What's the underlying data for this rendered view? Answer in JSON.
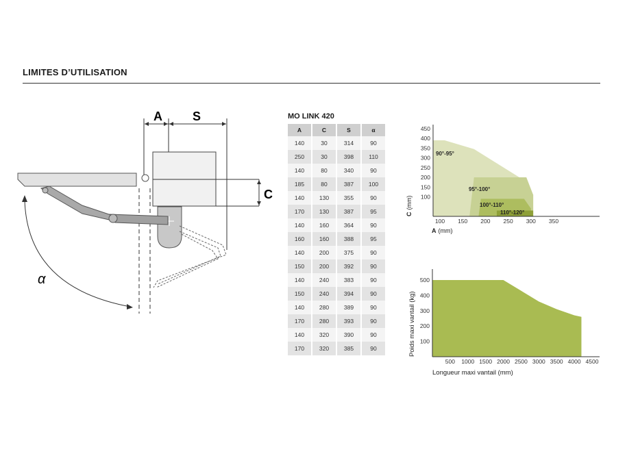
{
  "header": {
    "title": "LIMITES D’UTILISATION"
  },
  "diagram": {
    "label_a": "A",
    "label_s": "S",
    "label_c": "C",
    "label_alpha": "α"
  },
  "table": {
    "title": "MO LINK 420",
    "columns": [
      "A",
      "C",
      "S",
      "α"
    ],
    "rows": [
      [
        "140",
        "30",
        "314",
        "90"
      ],
      [
        "250",
        "30",
        "398",
        "110"
      ],
      [
        "140",
        "80",
        "340",
        "90"
      ],
      [
        "185",
        "80",
        "387",
        "100"
      ],
      [
        "140",
        "130",
        "355",
        "90"
      ],
      [
        "170",
        "130",
        "387",
        "95"
      ],
      [
        "140",
        "160",
        "364",
        "90"
      ],
      [
        "160",
        "160",
        "388",
        "95"
      ],
      [
        "140",
        "200",
        "375",
        "90"
      ],
      [
        "150",
        "200",
        "392",
        "90"
      ],
      [
        "140",
        "240",
        "383",
        "90"
      ],
      [
        "150",
        "240",
        "394",
        "90"
      ],
      [
        "140",
        "280",
        "389",
        "90"
      ],
      [
        "170",
        "280",
        "393",
        "90"
      ],
      [
        "140",
        "320",
        "390",
        "90"
      ],
      [
        "170",
        "320",
        "385",
        "90"
      ]
    ]
  },
  "chart_data": [
    {
      "type": "area",
      "xlabel_bold": "A",
      "xlabel_rest": "(mm)",
      "ylabel_bold": "C",
      "ylabel_rest": "(mm)",
      "x_ticks": [
        "100",
        "150",
        "200",
        "250",
        "300",
        "350"
      ],
      "y_ticks": [
        "100",
        "150",
        "200",
        "250",
        "300",
        "350",
        "400",
        "450"
      ],
      "xlim": [
        85,
        350
      ],
      "ylim": [
        0,
        460
      ],
      "colors": [
        "#dde2bb",
        "#c7d194",
        "#adbd5f",
        "#8ea038"
      ],
      "series": [
        {
          "name": "90°-95°",
          "points": [
            [
              85,
              0
            ],
            [
              85,
              390
            ],
            [
              110,
              390
            ],
            [
              175,
              345
            ],
            [
              285,
              185
            ],
            [
              305,
              110
            ],
            [
              305,
              0
            ]
          ]
        },
        {
          "name": "95°-100°",
          "points": [
            [
              165,
              0
            ],
            [
              175,
              200
            ],
            [
              290,
              200
            ],
            [
              305,
              110
            ],
            [
              305,
              0
            ]
          ]
        },
        {
          "name": "100°-110°",
          "points": [
            [
              185,
              0
            ],
            [
              190,
              90
            ],
            [
              285,
              90
            ],
            [
              300,
              40
            ],
            [
              300,
              0
            ]
          ]
        },
        {
          "name": "110°-120°",
          "points": [
            [
              225,
              0
            ],
            [
              225,
              30
            ],
            [
              305,
              30
            ],
            [
              305,
              0
            ]
          ]
        }
      ]
    },
    {
      "type": "area",
      "xlabel": "Longueur maxi vantail (mm)",
      "ylabel": "Poids maxi vantail (kg)",
      "x_ticks": [
        "500",
        "1000",
        "1500",
        "2000",
        "2500",
        "3000",
        "3500",
        "4000",
        "4500"
      ],
      "y_ticks": [
        "100",
        "200",
        "300",
        "400",
        "500"
      ],
      "xlim": [
        0,
        4500
      ],
      "ylim": [
        0,
        520
      ],
      "color": "#a9bb52",
      "points": [
        [
          0,
          500
        ],
        [
          2000,
          500
        ],
        [
          2500,
          430
        ],
        [
          3000,
          360
        ],
        [
          3500,
          310
        ],
        [
          4000,
          270
        ],
        [
          4200,
          260
        ]
      ]
    }
  ]
}
